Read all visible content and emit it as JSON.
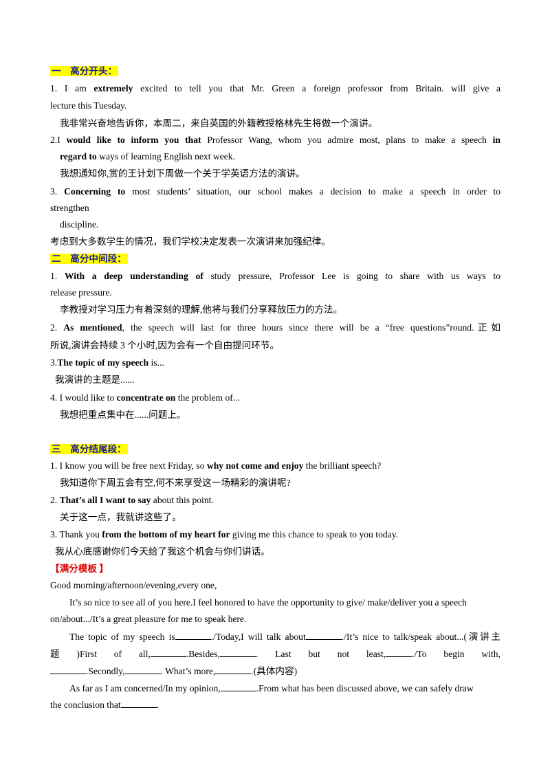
{
  "section1": {
    "heading": "一　高分开头：",
    "s1_a": "1. I am ",
    "s1_b": "extremely",
    "s1_c": " excited to tell you that Mr. Green a foreign professor from Britain. will give a",
    "s1_d": "lecture this Tuesday.",
    "s1_cn": "我非常兴奋地告诉你，本周二，来自英国的外籍教授格林先生将做一个演讲。",
    "s2_a": "2.I ",
    "s2_b": "would like to inform you that",
    "s2_c": " Professor Wang, whom you admire most, plans to make a speech ",
    "s2_d": "in",
    "s2_e": "regard to",
    "s2_f": " ways of learning English next week.",
    "s2_cn": "我想通知你,赏的王计划下周做一个关于学英语方法的演讲。",
    "s3_a": "3. ",
    "s3_b": "Concerning to",
    "s3_c": " most students’ situation, our school makes a decision to make a speech in order to",
    "s3_d": "strengthen",
    "s3_e": "discipline.",
    "s3_cn": "考虑到大多数学生的情况，我们学校决定发表一次演讲来加强纪律。"
  },
  "section2": {
    "heading": "二　高分中间段：",
    "s1_a": "1. ",
    "s1_b": "With a deep understanding of",
    "s1_c": " study pressure, Professor Lee is going to share with us ways to",
    "s1_d": "release pressure.",
    "s1_cn": "李教授对学习压力有着深刻的理解,他将与我们分享释放压力的方法。",
    "s2_a": "2. ",
    "s2_b": "As mentioned",
    "s2_c": ", the speech will last for three hours since there will be a “free questions”round.正如",
    "s2_cn": "所说,演讲会持续 3 个小时,因为会有一个自由提问环节。",
    "s3_a": "3.",
    "s3_b": "The topic of my speech",
    "s3_c": " is...",
    "s3_cn": "我演讲的主题是......",
    "s4_a": "4. I would like to ",
    "s4_b": "concentrate on",
    "s4_c": " the problem of...",
    "s4_cn": "我想把重点集中在......问题上。"
  },
  "section3": {
    "heading": "三　高分结尾段：",
    "s1_a": "1. I know you will be free next Friday, so ",
    "s1_b": "why not come and enjoy",
    "s1_c": " the brilliant speech?",
    "s1_cn": "我知道你下周五会有空,何不来享受这一场精彩的演讲呢?",
    "s2_a": "2. ",
    "s2_b": "That’s all I want to say",
    "s2_c": " about this point.",
    "s2_cn": "关于这一点，我就讲这些了。",
    "s3_a": "3. Thank you ",
    "s3_b": "from the bottom of my heart for",
    "s3_c": " giving me this chance to speak to you today.",
    "s3_cn": "我从心底感谢你们今天给了我这个机会与你们讲话。"
  },
  "template": {
    "heading": "【满分模板 】",
    "p0": "Good morning/afternoon/evening,every one,",
    "p1_l1": "It’s so nice to see all of you here.I feel honored to have the opportunity to give/ make/deliver you a speech",
    "p1_l2": "on/about.../It’s a great pleasure for me to speak here.",
    "p2_l1_a": "The topic of my speech is",
    "p2_l1_b": "./Today,I will talk about",
    "p2_l1_c": "./It’s nice to talk/speak about...(演讲主",
    "p2_l2_a": "题　)First　of　all,",
    "p2_l2_b": ".Besides,",
    "p2_l2_c": ".　Last　but　not　least,",
    "p2_l2_d": "./To　begin　with,",
    "p2_l3_a": ".Secondly,",
    "p2_l3_b": ". What’s more,",
    "p2_l3_c": ".(具体内容)",
    "p3_l1_a": "As far as I am concerned/In my opinion,",
    "p3_l1_b": ".From what has been discussed above, we can safely draw",
    "p3_l2_a": "the conclusion that",
    "p3_l2_b": "."
  }
}
